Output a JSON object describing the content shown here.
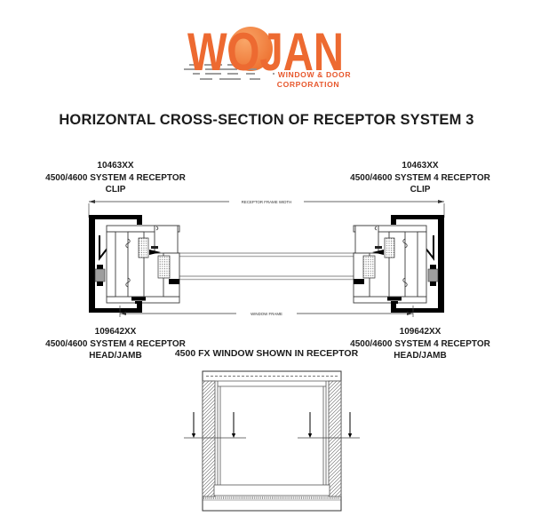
{
  "logo": {
    "brand": "WOJAN",
    "tagline1": "WINDOW & DOOR",
    "tagline2": "CORPORATION"
  },
  "title": "HORIZONTAL CROSS-SECTION OF RECEPTOR SYSTEM 3",
  "colors": {
    "brand_orange": "#ED6A31",
    "tagline_orange": "#E7572C",
    "wave_gray": "#919191",
    "glass_gray": "#ADADAD",
    "line_black": "#000000"
  },
  "cross_section": {
    "dim_top": "RECEPTOR FRAME WIDTH",
    "dim_bottom": "WINDOW FRAME",
    "labels": {
      "top_left": {
        "line1": "10463XX",
        "line2": "4500/4600 SYSTEM 4 RECEPTOR",
        "line3": "CLIP"
      },
      "top_right": {
        "line1": "10463XX",
        "line2": "4500/4600 SYSTEM 4 RECEPTOR",
        "line3": "CLIP"
      },
      "bottom_left": {
        "line1": "109642XX",
        "line2": "4500/4600 SYSTEM 4 RECEPTOR",
        "line3": "HEAD/JAMB"
      },
      "bottom_right": {
        "line1": "109642XX",
        "line2": "4500/4600 SYSTEM 4 RECEPTOR",
        "line3": "HEAD/JAMB"
      }
    }
  },
  "elevation": {
    "caption": "4500 FX WINDOW SHOWN IN RECEPTOR"
  }
}
